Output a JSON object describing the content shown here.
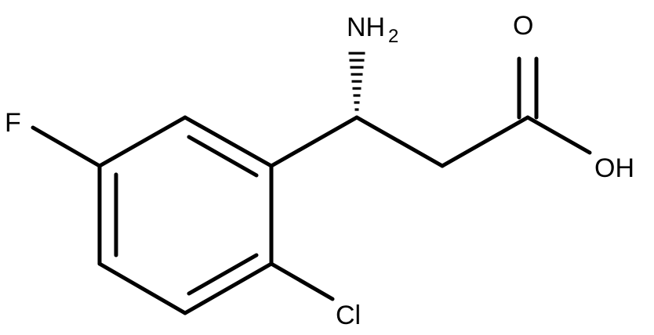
{
  "structure": {
    "atoms": {
      "fluorine": "F",
      "chlorine": "Cl",
      "amine": "NH",
      "amine_h_count": "2",
      "carbonyl_oxygen": "O",
      "hydroxyl": "OH"
    },
    "stereo_bond": "hashed wedge"
  },
  "colors": {
    "ink": "#000000",
    "background": "#ffffff"
  }
}
